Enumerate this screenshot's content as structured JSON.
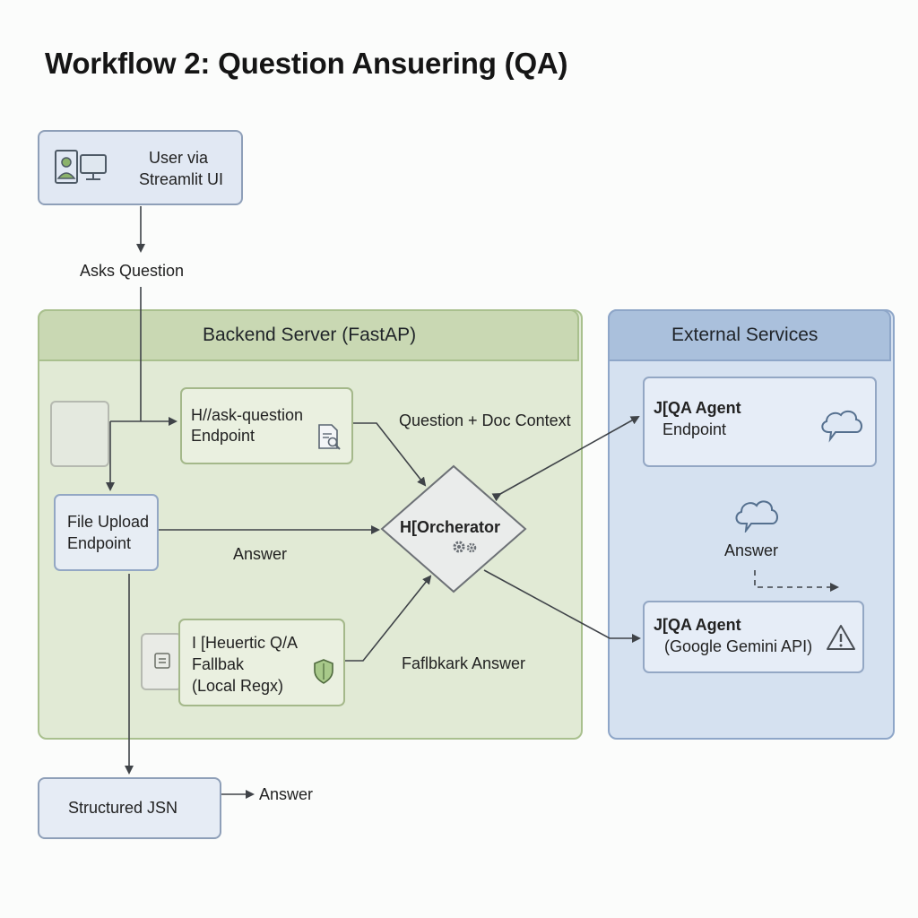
{
  "title": "Workflow 2: Question Ansuering (QA)",
  "user": {
    "line1": "User via",
    "line2": "Streamlit UI"
  },
  "labels": {
    "asks_question": "Asks Question",
    "question_doc_context": "Question + Doc Context",
    "answer_mid": "Answer",
    "answer_external": "Answer",
    "fallback_answer": "Faflbkark Answer",
    "answer_bottom": "Answer"
  },
  "backend": {
    "title": "Backend Server (FastAP)",
    "ask_endpoint": {
      "line1": "H//ask-question",
      "line2": "Endpoint"
    },
    "file_upload": {
      "line1": "File Upload",
      "line2": "Endpoint"
    },
    "orchestrator": "H[Orcherator",
    "heuristic": {
      "line1": "I [Heuertic Q/A",
      "line2": "Fallbak",
      "line3": "(Local Regx)"
    }
  },
  "external": {
    "title": "External Services",
    "qa_endpoint": {
      "line1": "J[QA Agent",
      "line2": "Endpoint"
    },
    "qa_gemini": {
      "line1": "J[QA Agent",
      "line2": "(Google Gemini API)"
    }
  },
  "structured": "Structured JSN",
  "colors": {
    "blue_box": "#e1e8f3",
    "green_panel": "#e1ead5",
    "green_header": "#c9d8b3",
    "blue_panel": "#d5e1f0",
    "blue_header": "#aac0dc",
    "arrow": "#3f4348"
  }
}
